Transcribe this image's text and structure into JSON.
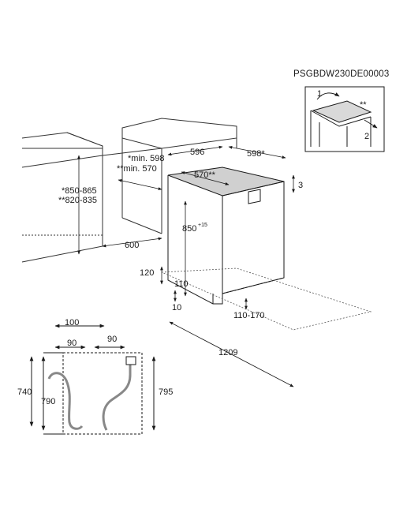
{
  "code": "PSGBDW230DE00003",
  "labels": {
    "w596": "596",
    "d598": "598*",
    "min598": "*min. 598",
    "min570": "**min. 570",
    "d570": "570**",
    "h3": "3",
    "h850a": "*850-865",
    "h850b": "**820-835",
    "h850": "850",
    "h850sup": "+15",
    "d600": "600",
    "h120": "120",
    "h110": "110",
    "h10": "10",
    "r110170": "110-170",
    "d1209": "1209",
    "b100": "100",
    "b90a": "90",
    "b90b": "90",
    "b740": "740",
    "b790": "790",
    "b795": "795",
    "step1": "1",
    "step2": "2",
    "stars": "**"
  }
}
